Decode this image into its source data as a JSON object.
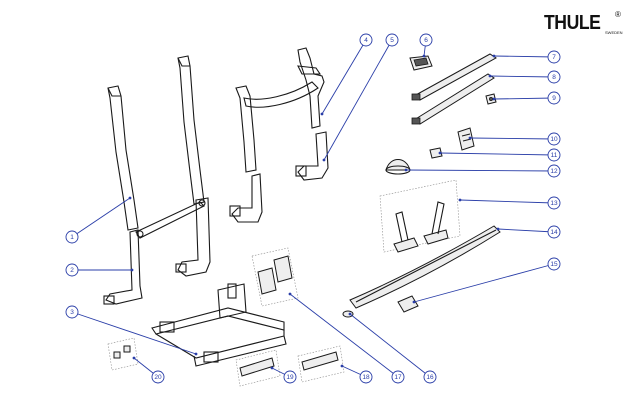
{
  "brand": {
    "name": "THULE",
    "registered": "®",
    "sub": "SWEDEN"
  },
  "callouts": [
    "1",
    "2",
    "3",
    "4",
    "5",
    "6",
    "7",
    "8",
    "9",
    "10",
    "11",
    "12",
    "13",
    "14",
    "15",
    "16",
    "17",
    "18",
    "19",
    "20"
  ]
}
